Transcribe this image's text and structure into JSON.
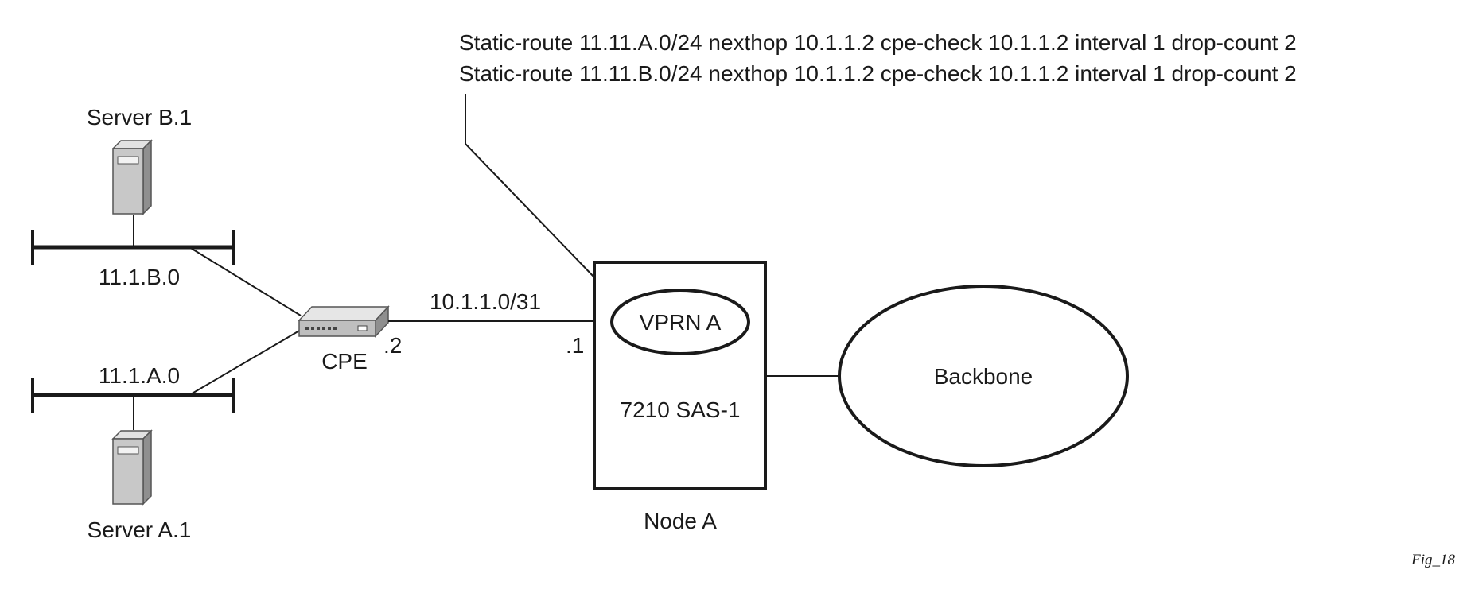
{
  "annotation": {
    "line1": "Static-route 11.11.A.0/24 nexthop 10.1.1.2 cpe-check 10.1.1.2 interval 1 drop-count 2",
    "line2": "Static-route 11.11.B.0/24 nexthop 10.1.1.2 cpe-check 10.1.1.2 interval 1 drop-count 2"
  },
  "servers": {
    "b1": "Server B.1",
    "a1": "Server A.1"
  },
  "subnets": {
    "b": "11.1.B.0",
    "a": "11.1.A.0"
  },
  "cpe": {
    "label": "CPE",
    "address_suffix": ".2"
  },
  "link": {
    "subnet": "10.1.1.0/31",
    "node_address_suffix": ".1"
  },
  "node": {
    "vprn": "VPRN A",
    "platform": "7210 SAS-1",
    "name": "Node A"
  },
  "backbone": "Backbone",
  "figure_id": "Fig_18",
  "colors": {
    "stroke": "#1a1a1a",
    "server_fill": "#c8c8c8",
    "device_fill": "#bfbfbf"
  },
  "icons": {
    "server": "server-tower-icon",
    "cpe": "network-switch-icon"
  }
}
